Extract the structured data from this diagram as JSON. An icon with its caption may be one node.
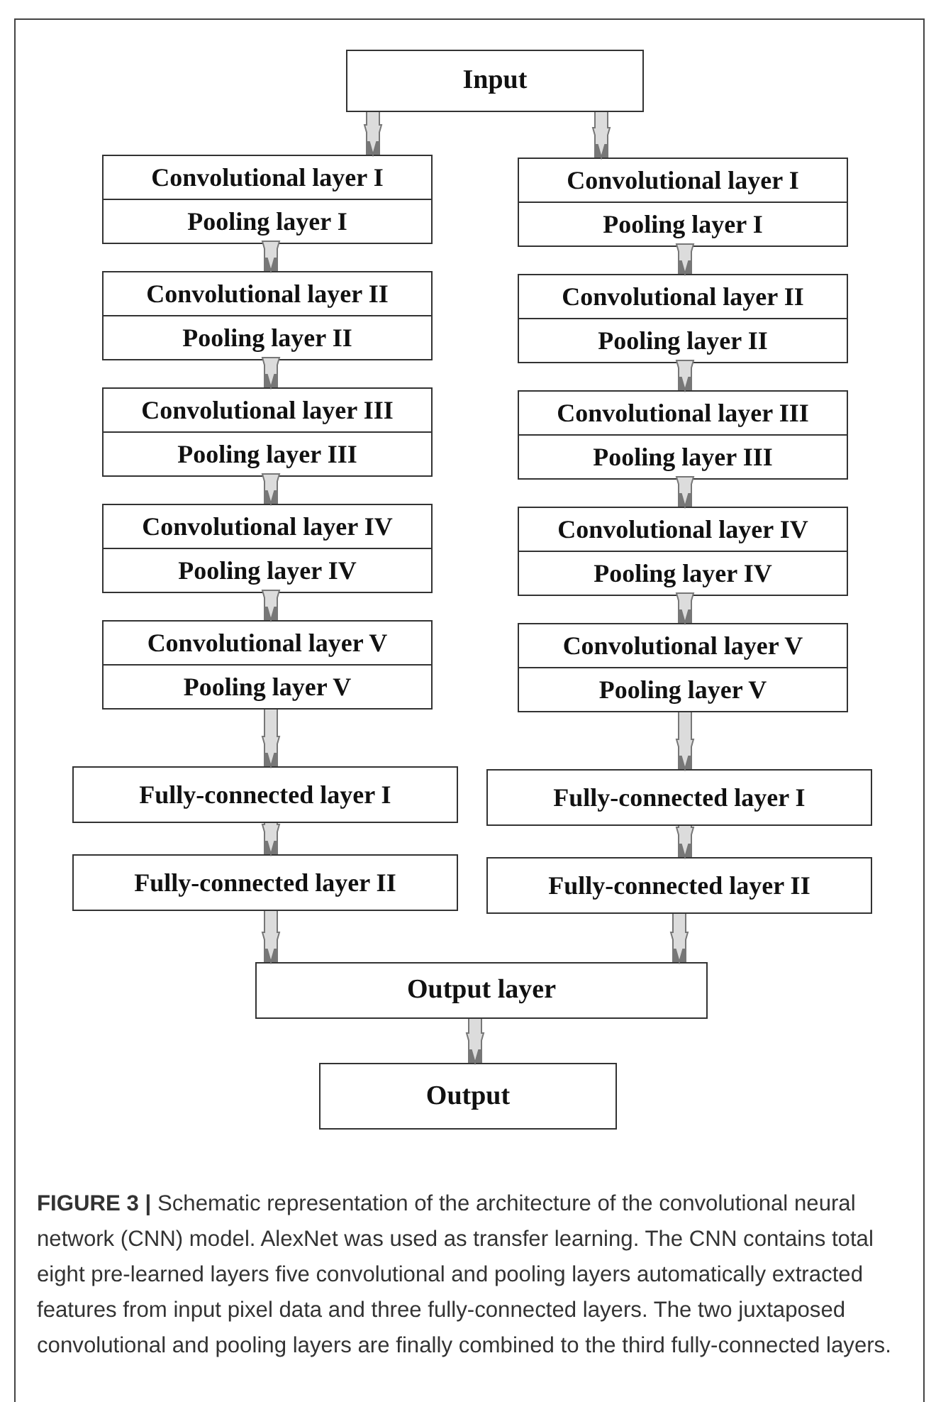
{
  "diagram": {
    "caption": "**FIGURE 3 |** Schematic representation of the architecture of the convolutional neural network (CNN) model. AlexNet was used as transfer learning. The CNN contains total eight pre-learned layers five convolutional and pooling layers automatically extracted features from input pixel data and three fully-connected layers. The two juxtaposed convolutional and pooling layers are finally combined to the third fully-connected layers.",
    "nodes": [
      {
        "text": [
          "Input"
        ]
      },
      {
        "text": [
          "Convolutional layer I"
        ]
      },
      {
        "text": [
          "Pooling layer I"
        ]
      },
      {
        "text": [
          "Convolutional layer II"
        ]
      },
      {
        "text": [
          "Pooling layer II"
        ]
      },
      {
        "text": [
          "Convolutional layer III"
        ]
      },
      {
        "text": [
          "Pooling layer III"
        ]
      },
      {
        "text": [
          "Convolutional layer IV"
        ]
      },
      {
        "text": [
          "Pooling layer IV"
        ]
      },
      {
        "text": [
          "Convolutional layer V"
        ]
      },
      {
        "text": [
          "Pooling layer V"
        ]
      },
      {
        "text": [
          "Fully-connected layer I"
        ]
      },
      {
        "text": [
          "Fully-connected layer II"
        ]
      },
      {
        "text": [
          "Convolutional layer I"
        ]
      },
      {
        "text": [
          "Pooling layer I"
        ]
      },
      {
        "text": [
          "Convolutional layer II"
        ]
      },
      {
        "text": [
          "Pooling layer II"
        ]
      },
      {
        "text": [
          "Convolutional layer III"
        ]
      },
      {
        "text": [
          "Pooling layer III"
        ]
      },
      {
        "text": [
          "Convolutional layer IV"
        ]
      },
      {
        "text": [
          "Pooling layer IV"
        ]
      },
      {
        "text": [
          "Convolutional layer V"
        ]
      },
      {
        "text": [
          "Pooling layer V"
        ]
      },
      {
        "text": [
          "Fully-connected layer I"
        ]
      },
      {
        "text": [
          "Fully-connected layer II"
        ]
      },
      {
        "text": [
          "Output layer"
        ]
      },
      {
        "text": [
          "Output"
        ]
      }
    ],
    "edges": [
      {
        "from": 0,
        "to": 1,
        "arrow": "to"
      },
      {
        "from": 0,
        "to": 13,
        "arrow": "to"
      },
      {
        "from": 2,
        "to": 3,
        "arrow": "to"
      },
      {
        "from": 4,
        "to": 5,
        "arrow": "to"
      },
      {
        "from": 6,
        "to": 7,
        "arrow": "to"
      },
      {
        "from": 8,
        "to": 9,
        "arrow": "to"
      },
      {
        "from": 10,
        "to": 11,
        "arrow": "to"
      },
      {
        "from": 11,
        "to": 12,
        "arrow": "to"
      },
      {
        "from": 14,
        "to": 15,
        "arrow": "to"
      },
      {
        "from": 16,
        "to": 17,
        "arrow": "to"
      },
      {
        "from": 18,
        "to": 19,
        "arrow": "to"
      },
      {
        "from": 20,
        "to": 21,
        "arrow": "to"
      },
      {
        "from": 22,
        "to": 23,
        "arrow": "to"
      },
      {
        "from": 23,
        "to": 24,
        "arrow": "to"
      },
      {
        "from": 12,
        "to": 25,
        "arrow": "to"
      },
      {
        "from": 24,
        "to": 25,
        "arrow": "to"
      },
      {
        "from": 25,
        "to": 26,
        "arrow": "to"
      }
    ]
  }
}
